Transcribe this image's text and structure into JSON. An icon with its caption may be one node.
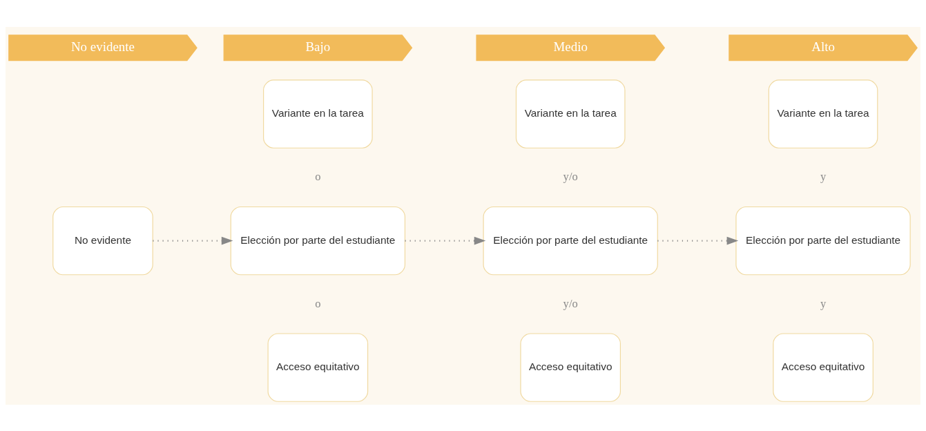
{
  "diagram": {
    "nodes": [
      {
        "text": [
          "No evidente"
        ]
      },
      {
        "text": [
          "Bajo"
        ]
      },
      {
        "text": [
          "Medio"
        ]
      },
      {
        "text": [
          "Alto"
        ]
      },
      {
        "text": [
          "No evidente"
        ]
      },
      {
        "text": [
          "Variante en la tarea"
        ]
      },
      {
        "text": [
          "Elección por parte del estudiante"
        ]
      },
      {
        "text": [
          "Acceso equitativo"
        ]
      },
      {
        "text": [
          "Variante en la tarea"
        ]
      },
      {
        "text": [
          "Elección por parte del estudiante"
        ]
      },
      {
        "text": [
          "Acceso equitativo"
        ]
      },
      {
        "text": [
          "Variante en la tarea"
        ]
      },
      {
        "text": [
          "Elección por parte del estudiante"
        ]
      },
      {
        "text": [
          "Acceso equitativo"
        ]
      }
    ],
    "edges": [
      {
        "from": 4,
        "to": 6,
        "arrow": "to",
        "style": "dashed"
      },
      {
        "from": 6,
        "to": 9,
        "arrow": "to",
        "style": "dashed"
      },
      {
        "from": 9,
        "to": 12,
        "arrow": "to",
        "style": "dashed"
      }
    ],
    "labels": [
      "o",
      "y/o",
      "y",
      "o",
      "y/o",
      "y"
    ]
  }
}
